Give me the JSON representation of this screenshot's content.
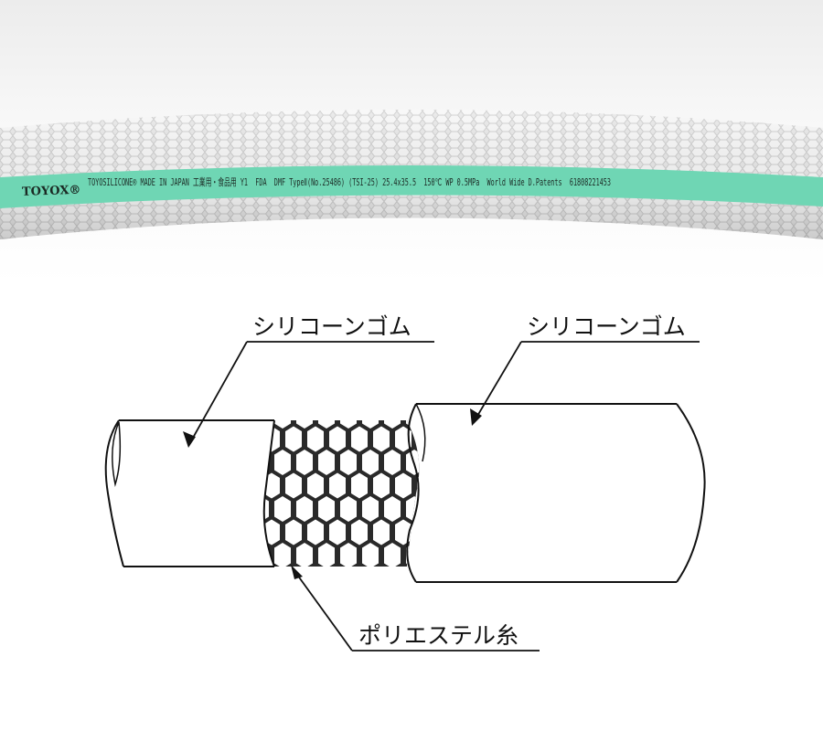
{
  "photo": {
    "hose_print": {
      "brand": "TOYOX®",
      "text": "TOYOSILICONE® MADE IN JAPAN 工業用・食品用 Y1  FDA  DMF TypeⅡ(No.25486) (TSI-25) 25.4x35.5  150℃ WP 0.5MPa  World Wide D.Patents  61808221453"
    },
    "colors": {
      "stripe": "#6fd6b4",
      "hose": "#e4e4e4",
      "background": "#f2f2f2"
    }
  },
  "diagram": {
    "labels": {
      "inner_layer": "シリコーンゴム",
      "outer_layer": "シリコーンゴム",
      "reinforcement": "ポリエステル糸"
    }
  }
}
